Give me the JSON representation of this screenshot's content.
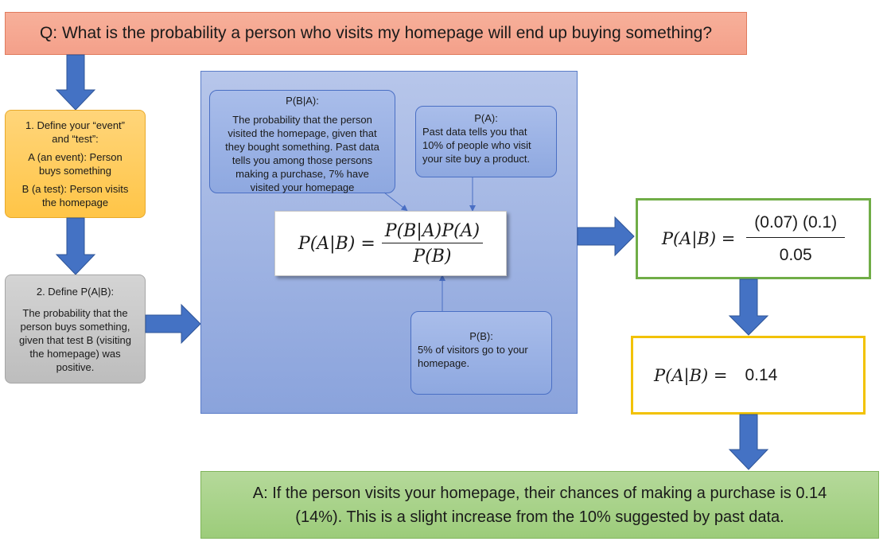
{
  "question": "Q: What is the probability a person who visits my homepage will end up buying something?",
  "step1": {
    "line1": "1. Define your “event”",
    "line2": "and “test”:",
    "a_line1": "A (an event): Person",
    "a_line2": "buys something",
    "b_line1": "B (a test):  Person visits",
    "b_line2": "the homepage"
  },
  "step2": {
    "title": "2. Define P(A|B):",
    "lines": [
      "The probability that the",
      "person buys something,",
      "given that test B (visiting",
      "the homepage) was",
      "positive."
    ]
  },
  "callout_pba": {
    "title": "P(B|A):",
    "lines": [
      "The probability that  the person",
      "visited the homepage, given that",
      "they bought something. Past data",
      "tells you among those persons",
      "making a purchase, 7%  have",
      "visited your homepage"
    ]
  },
  "callout_pa": {
    "title": "P(A):",
    "lines": [
      "Past data tells you that",
      "10% of people who visit",
      "your site buy a product."
    ]
  },
  "callout_pb": {
    "title": "P(B):",
    "lines": [
      "5% of visitors go to your",
      "homepage."
    ]
  },
  "formula": {
    "lhs": "P(A|B) =",
    "numerator": "P(B|A)P(A)",
    "denominator": "P(B)"
  },
  "calculation": {
    "lhs": "P(A|B) =",
    "numerator": "(0.07) (0.1)",
    "denominator": "0.05"
  },
  "result": {
    "lhs": "P(A|B) =",
    "value": "0.14"
  },
  "answer": {
    "line1": "A: If the person visits your homepage, their chances of making a purchase is 0.14",
    "line2": "(14%). This is a slight increase from the 10% suggested by past data."
  },
  "colors": {
    "arrow": "#4472c4",
    "question_fill": "#f4a08a",
    "step1_fill": "#ffc547",
    "step2_fill": "#bdbdbd",
    "panel_fill": "#8aa3dc",
    "calc_border": "#70ad47",
    "result_border": "#f2c200",
    "answer_fill": "#9ccc7a"
  }
}
